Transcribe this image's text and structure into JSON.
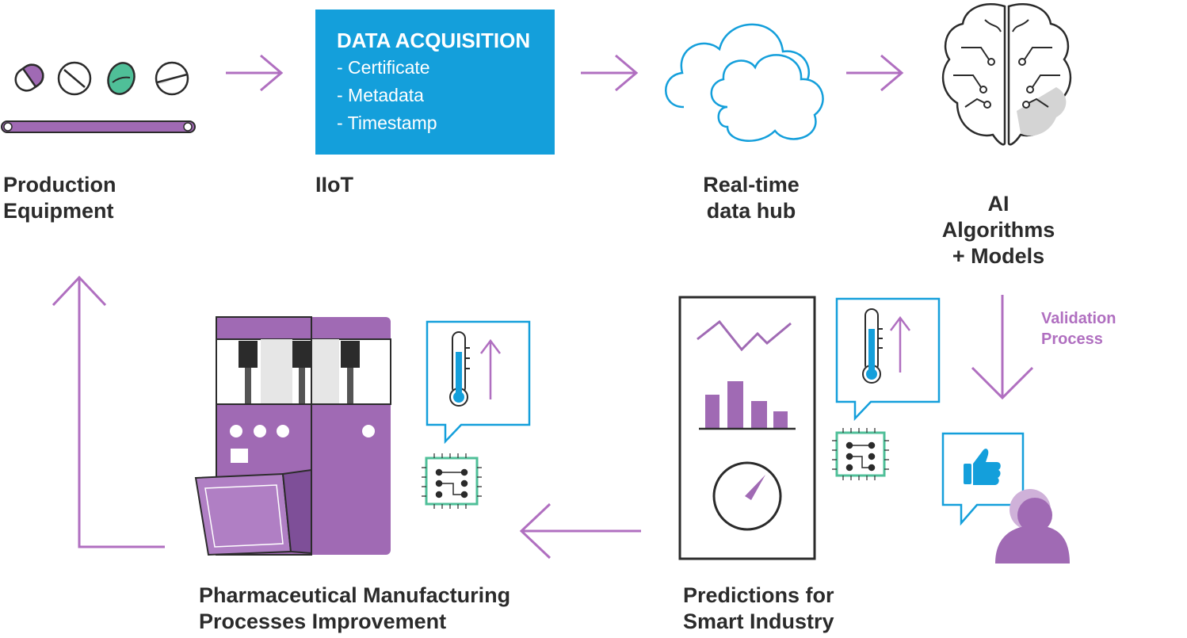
{
  "stages": {
    "production": {
      "line1": "Production",
      "line2": "Equipment"
    },
    "iiot": {
      "label": "IIoT"
    },
    "data_hub": {
      "line1": "Real-time",
      "line2": "data hub"
    },
    "ai": {
      "line1": "AI",
      "line2": "Algorithms",
      "line3": "+ Models"
    },
    "predictions": {
      "line1": "Predictions for",
      "line2": "Smart Industry"
    },
    "pharma": {
      "line1": "Pharmaceutical Manufacturing",
      "line2": "Processes Improvement"
    }
  },
  "data_acquisition": {
    "title": "DATA ACQUISITION",
    "items": [
      "- Certificate",
      "- Metadata",
      "- Timestamp"
    ]
  },
  "validation": {
    "line1": "Validation",
    "line2": "Process"
  },
  "icons": [
    "pills-icon",
    "conveyor-icon",
    "cloud-icon",
    "brain-icon",
    "dashboard-icon",
    "thermometer-icon",
    "chip-icon",
    "thumbs-up-icon",
    "person-icon",
    "machine-icon"
  ],
  "colors": {
    "purple": "#a06ab4",
    "arrow": "#b06fc0",
    "blue": "#149fdb",
    "green": "#4fbf98",
    "dark": "#2b2b2b"
  }
}
